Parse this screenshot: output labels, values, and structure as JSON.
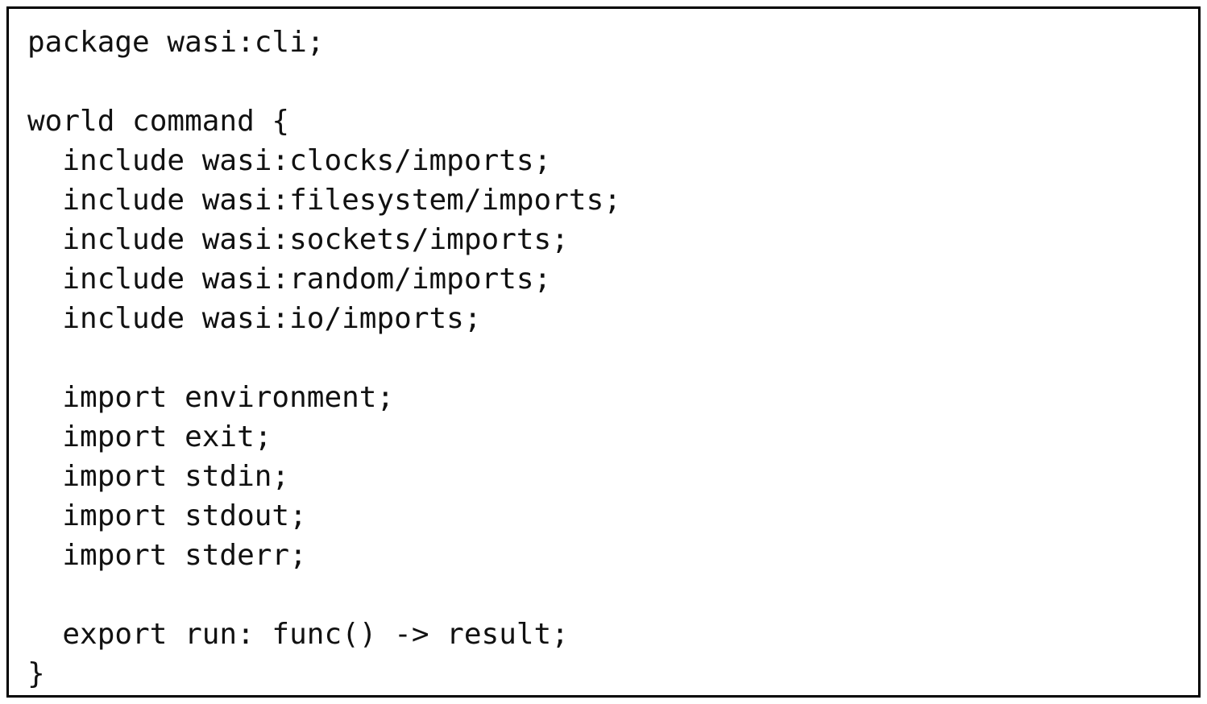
{
  "code_block": {
    "colors": {
      "text": "#111111",
      "background": "#ffffff",
      "border": "#000000"
    },
    "lines": [
      "package wasi:cli;",
      "",
      "world command {",
      "  include wasi:clocks/imports;",
      "  include wasi:filesystem/imports;",
      "  include wasi:sockets/imports;",
      "  include wasi:random/imports;",
      "  include wasi:io/imports;",
      "",
      "  import environment;",
      "  import exit;",
      "  import stdin;",
      "  import stdout;",
      "  import stderr;",
      "",
      "  export run: func() -> result;",
      "}"
    ]
  }
}
